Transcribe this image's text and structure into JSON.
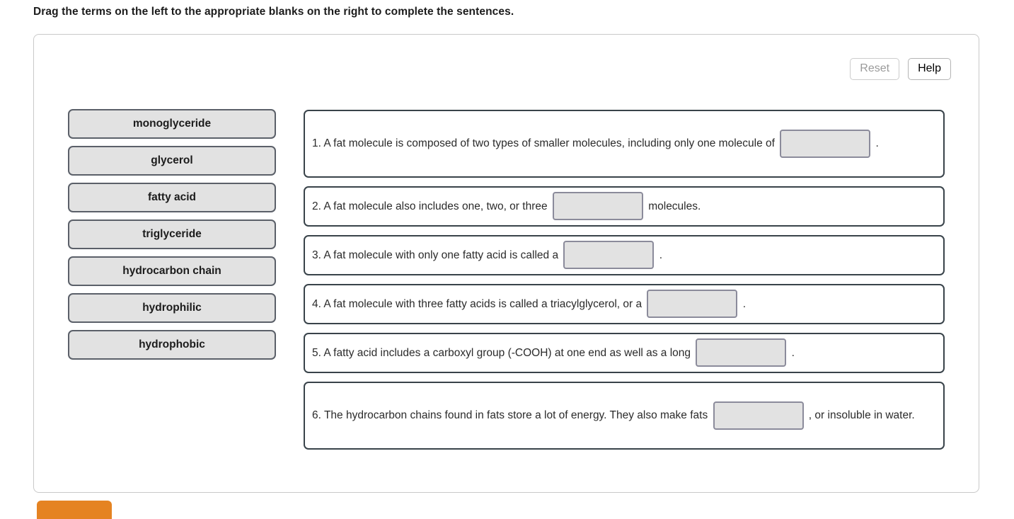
{
  "instruction": "Drag the terms on the left to the appropriate blanks on the right to complete the sentences.",
  "toolbar": {
    "reset_label": "Reset",
    "help_label": "Help"
  },
  "terms": [
    {
      "label": "monoglyceride"
    },
    {
      "label": "glycerol"
    },
    {
      "label": "fatty acid"
    },
    {
      "label": "triglyceride"
    },
    {
      "label": "hydrocarbon chain"
    },
    {
      "label": "hydrophilic"
    },
    {
      "label": "hydrophobic"
    }
  ],
  "sentences": [
    {
      "number": "1.",
      "before": " A fat molecule is composed of two types of smaller molecules, including only one molecule of ",
      "blank_value": "",
      "after": " ."
    },
    {
      "number": "2.",
      "before": " A fat molecule also includes one, two, or three ",
      "blank_value": "",
      "after": " molecules."
    },
    {
      "number": "3.",
      "before": " A fat molecule with only one fatty acid is called a ",
      "blank_value": "",
      "after": " ."
    },
    {
      "number": "4.",
      "before": " A fat molecule with three fatty acids is called a triacylglycerol, or a ",
      "blank_value": "",
      "after": " ."
    },
    {
      "number": "5.",
      "before": " A fatty acid includes a carboxyl group (-COOH) at one end as well as a long ",
      "blank_value": "",
      "after": " ."
    },
    {
      "number": "6.",
      "before": " The hydrocarbon chains found in fats store a lot of energy. They also make fats ",
      "blank_value": "",
      "after": " , or insoluble in water."
    }
  ],
  "bottom_button": {
    "label": "",
    "color": "#e58322"
  },
  "colors": {
    "term_fill": "#e2e2e2",
    "term_border": "#5b6069",
    "card_border": "#39434a",
    "blank_border": "#8b8b9b",
    "panel_border": "#c9c9c9",
    "accent_orange": "#e58322"
  }
}
